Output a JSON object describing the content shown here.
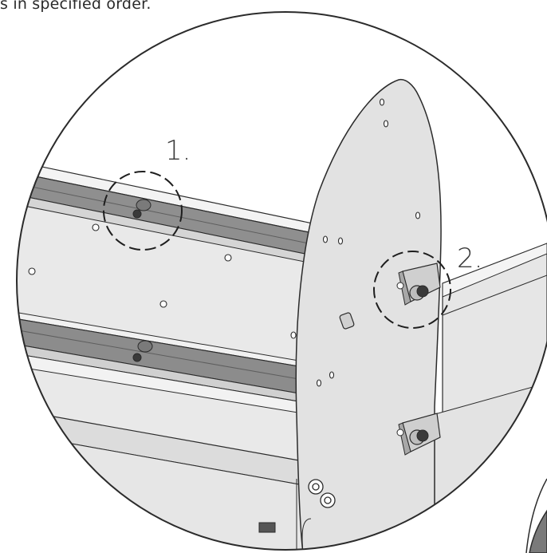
{
  "header": {
    "instruction_text": "s in specified order."
  },
  "callouts": [
    {
      "number": "1."
    },
    {
      "number": "2."
    }
  ],
  "colors": {
    "outline": "#2b2b2b",
    "plate_fill": "#e4e4e4",
    "rail_dark": "#8f8f8f",
    "panel_light": "#ededed",
    "fastener": "#3a3a3a"
  }
}
